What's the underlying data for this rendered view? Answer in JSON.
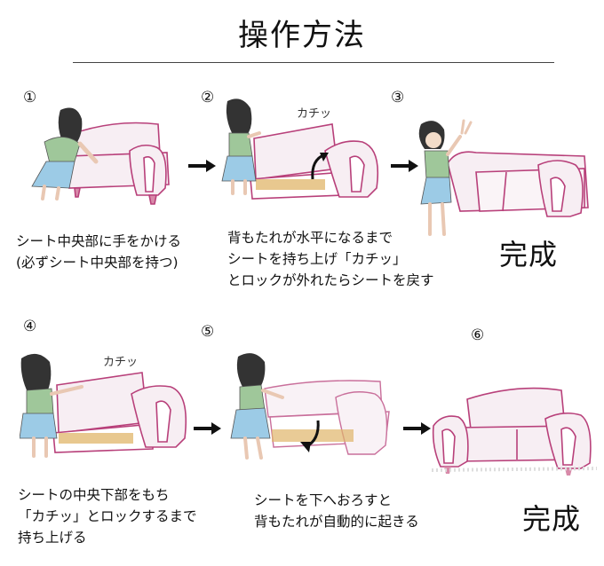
{
  "title": "操作方法",
  "steps": [
    {
      "num": "①",
      "caption": [
        "シート中央部に手をかける",
        "(必ずシート中央部を持つ)"
      ]
    },
    {
      "num": "②",
      "caption": [
        "背もたれが水平になるまで",
        "シートを持ち上げ「カチッ」",
        "とロックが外れたらシートを戻す"
      ],
      "sfx": "カチッ"
    },
    {
      "num": "③",
      "done": "完成"
    },
    {
      "num": "④",
      "caption": [
        "シートの中央下部をもち",
        "「カチッ」とロックするまで",
        "持ち上げる"
      ],
      "sfx": "カチッ"
    },
    {
      "num": "⑤",
      "caption": [
        "シートを下へおろすと",
        "背もたれが自動的に起きる"
      ]
    },
    {
      "num": "⑥",
      "done": "完成"
    }
  ],
  "colors": {
    "sofa_outline": "#b8407a",
    "sofa_fill": "#f7eef3",
    "hair": "#333333",
    "shirt": "#9fc79a",
    "skirt": "#9ccbe6",
    "frame": "#e0b56a"
  },
  "icons": [
    "arrow-right-icon",
    "curved-arrow-up-icon",
    "curved-arrow-down-icon"
  ]
}
